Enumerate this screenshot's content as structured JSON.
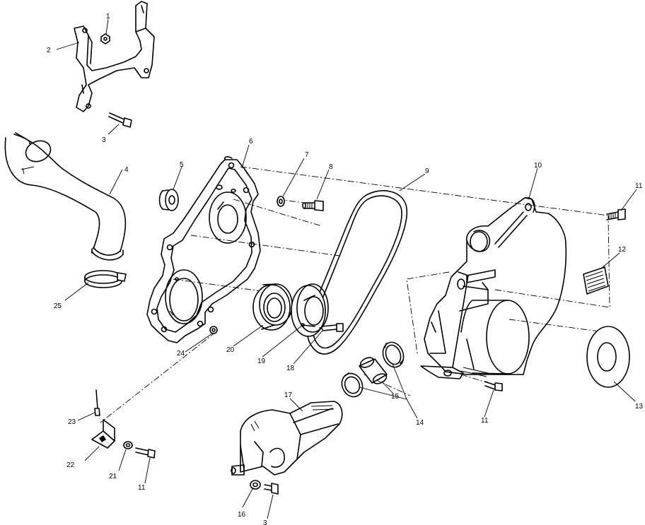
{
  "colors": {
    "ink": "#000000",
    "paper": "#ffffff"
  },
  "callouts": [
    {
      "id": "c1",
      "text": "1"
    },
    {
      "id": "c2",
      "text": "2"
    },
    {
      "id": "c3a",
      "text": "3"
    },
    {
      "id": "c4",
      "text": "4"
    },
    {
      "id": "c5",
      "text": "5"
    },
    {
      "id": "c6",
      "text": "6"
    },
    {
      "id": "c7",
      "text": "7"
    },
    {
      "id": "c8",
      "text": "8"
    },
    {
      "id": "c9",
      "text": "9"
    },
    {
      "id": "c10",
      "text": "10"
    },
    {
      "id": "c11a",
      "text": "11"
    },
    {
      "id": "c12",
      "text": "12"
    },
    {
      "id": "c13",
      "text": "13"
    },
    {
      "id": "c14",
      "text": "14"
    },
    {
      "id": "c15",
      "text": "15"
    },
    {
      "id": "c11b",
      "text": "11"
    },
    {
      "id": "c16",
      "text": "16"
    },
    {
      "id": "c3b",
      "text": "3"
    },
    {
      "id": "c17",
      "text": "17"
    },
    {
      "id": "c18",
      "text": "18"
    },
    {
      "id": "c19",
      "text": "19"
    },
    {
      "id": "c20",
      "text": "20"
    },
    {
      "id": "c21",
      "text": "21"
    },
    {
      "id": "c11c",
      "text": "11"
    },
    {
      "id": "c22",
      "text": "22"
    },
    {
      "id": "c23",
      "text": "23"
    },
    {
      "id": "c24",
      "text": "24"
    },
    {
      "id": "c25",
      "text": "25"
    }
  ]
}
